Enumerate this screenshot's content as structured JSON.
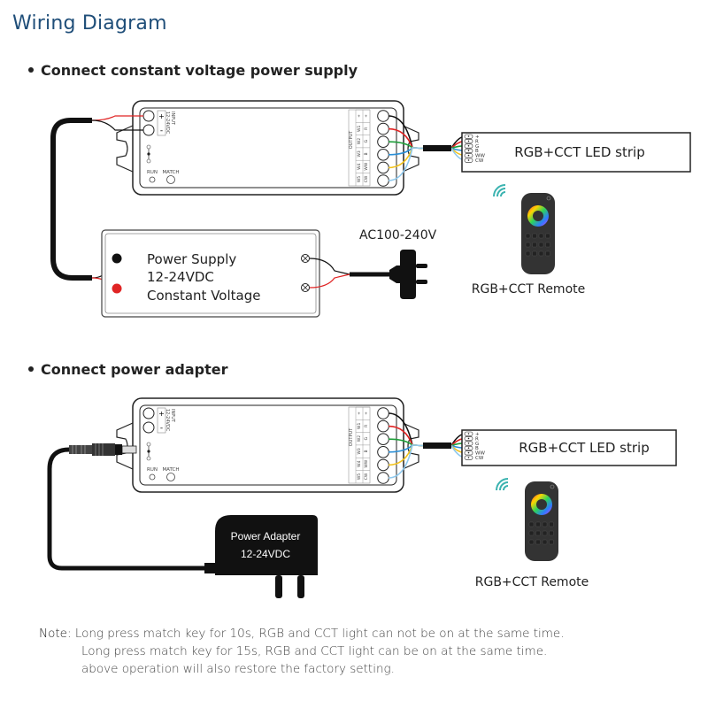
{
  "title": "Wiring Diagram",
  "sections": [
    {
      "heading": "Connect constant voltage power supply",
      "controller": {
        "input_label": "INPUT",
        "input_voltage": "12-24VDC",
        "input_terminals": [
          "+",
          "-"
        ],
        "buttons": [
          "RUN",
          "MATCH"
        ],
        "output_label": "OUTPUT",
        "output_col1": [
          "+",
          "W1",
          "W2",
          "W3",
          "W4",
          "W5"
        ],
        "output_col2": [
          "+",
          "R",
          "G",
          "B",
          "WW",
          "CW"
        ]
      },
      "led_strip": {
        "label": "RGB+CCT LED strip",
        "pins": [
          "+",
          "R",
          "G",
          "B",
          "WW",
          "CW"
        ]
      },
      "power_supply": {
        "line1": "Power Supply",
        "line2": "12-24VDC",
        "line3": "Constant Voltage"
      },
      "ac_label": "AC100-240V",
      "remote_label": "RGB+CCT Remote"
    },
    {
      "heading": "Connect power adapter",
      "controller": {
        "input_label": "INPUT",
        "input_voltage": "12-24VDC",
        "input_terminals": [
          "+",
          "-"
        ],
        "buttons": [
          "RUN",
          "MATCH"
        ],
        "output_label": "OUTPUT",
        "output_col1": [
          "+",
          "W1",
          "W2",
          "W3",
          "W4",
          "W5"
        ],
        "output_col2": [
          "+",
          "R",
          "G",
          "B",
          "WW",
          "CW"
        ]
      },
      "led_strip": {
        "label": "RGB+CCT LED strip",
        "pins": [
          "+",
          "R",
          "G",
          "B",
          "WW",
          "CW"
        ]
      },
      "power_adapter": {
        "line1": "Power Adapter",
        "line2": "12-24VDC"
      },
      "remote_label": "RGB+CCT Remote"
    }
  ],
  "note": {
    "label": "Note:",
    "lines": [
      "Long press match key for 10s, RGB and CCT light can not be on at the same time.",
      "Long press match key for 15s, RGB and CCT light can be on at the same time.",
      "above operation will also restore the factory setting."
    ]
  },
  "wire_colors": {
    "plus": "#111111",
    "r": "#e02424",
    "g": "#1f9e3a",
    "b": "#2b8fd6",
    "ww": "#f2c21b",
    "cw": "#8fc9ee",
    "wifi": "#3bb3b0",
    "title": "#1f4e79"
  }
}
